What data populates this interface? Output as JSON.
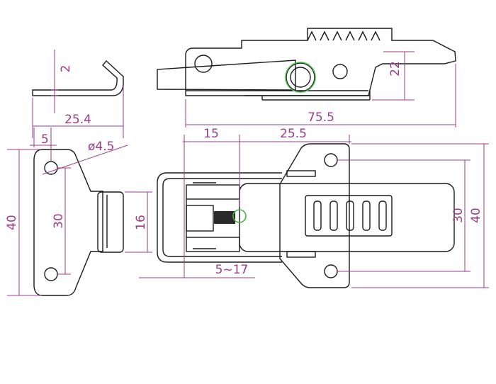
{
  "dimensions": {
    "clip_thickness": "2",
    "clip_width": "25.4",
    "hole_offset": "5",
    "hole_diameter": "ø4.5",
    "base_height": "40",
    "hole_spacing": "30",
    "hook_height": "16",
    "pivot_offset": "15",
    "body_offset": "25.5",
    "adjust_range": "5~17",
    "side_height": "22",
    "overall_length": "75.5",
    "latch_hole_spacing": "30",
    "latch_height": "40"
  },
  "colors": {
    "outline": "#1a1a1a",
    "dimension": "#9a3d86",
    "highlight": "#47b547"
  }
}
